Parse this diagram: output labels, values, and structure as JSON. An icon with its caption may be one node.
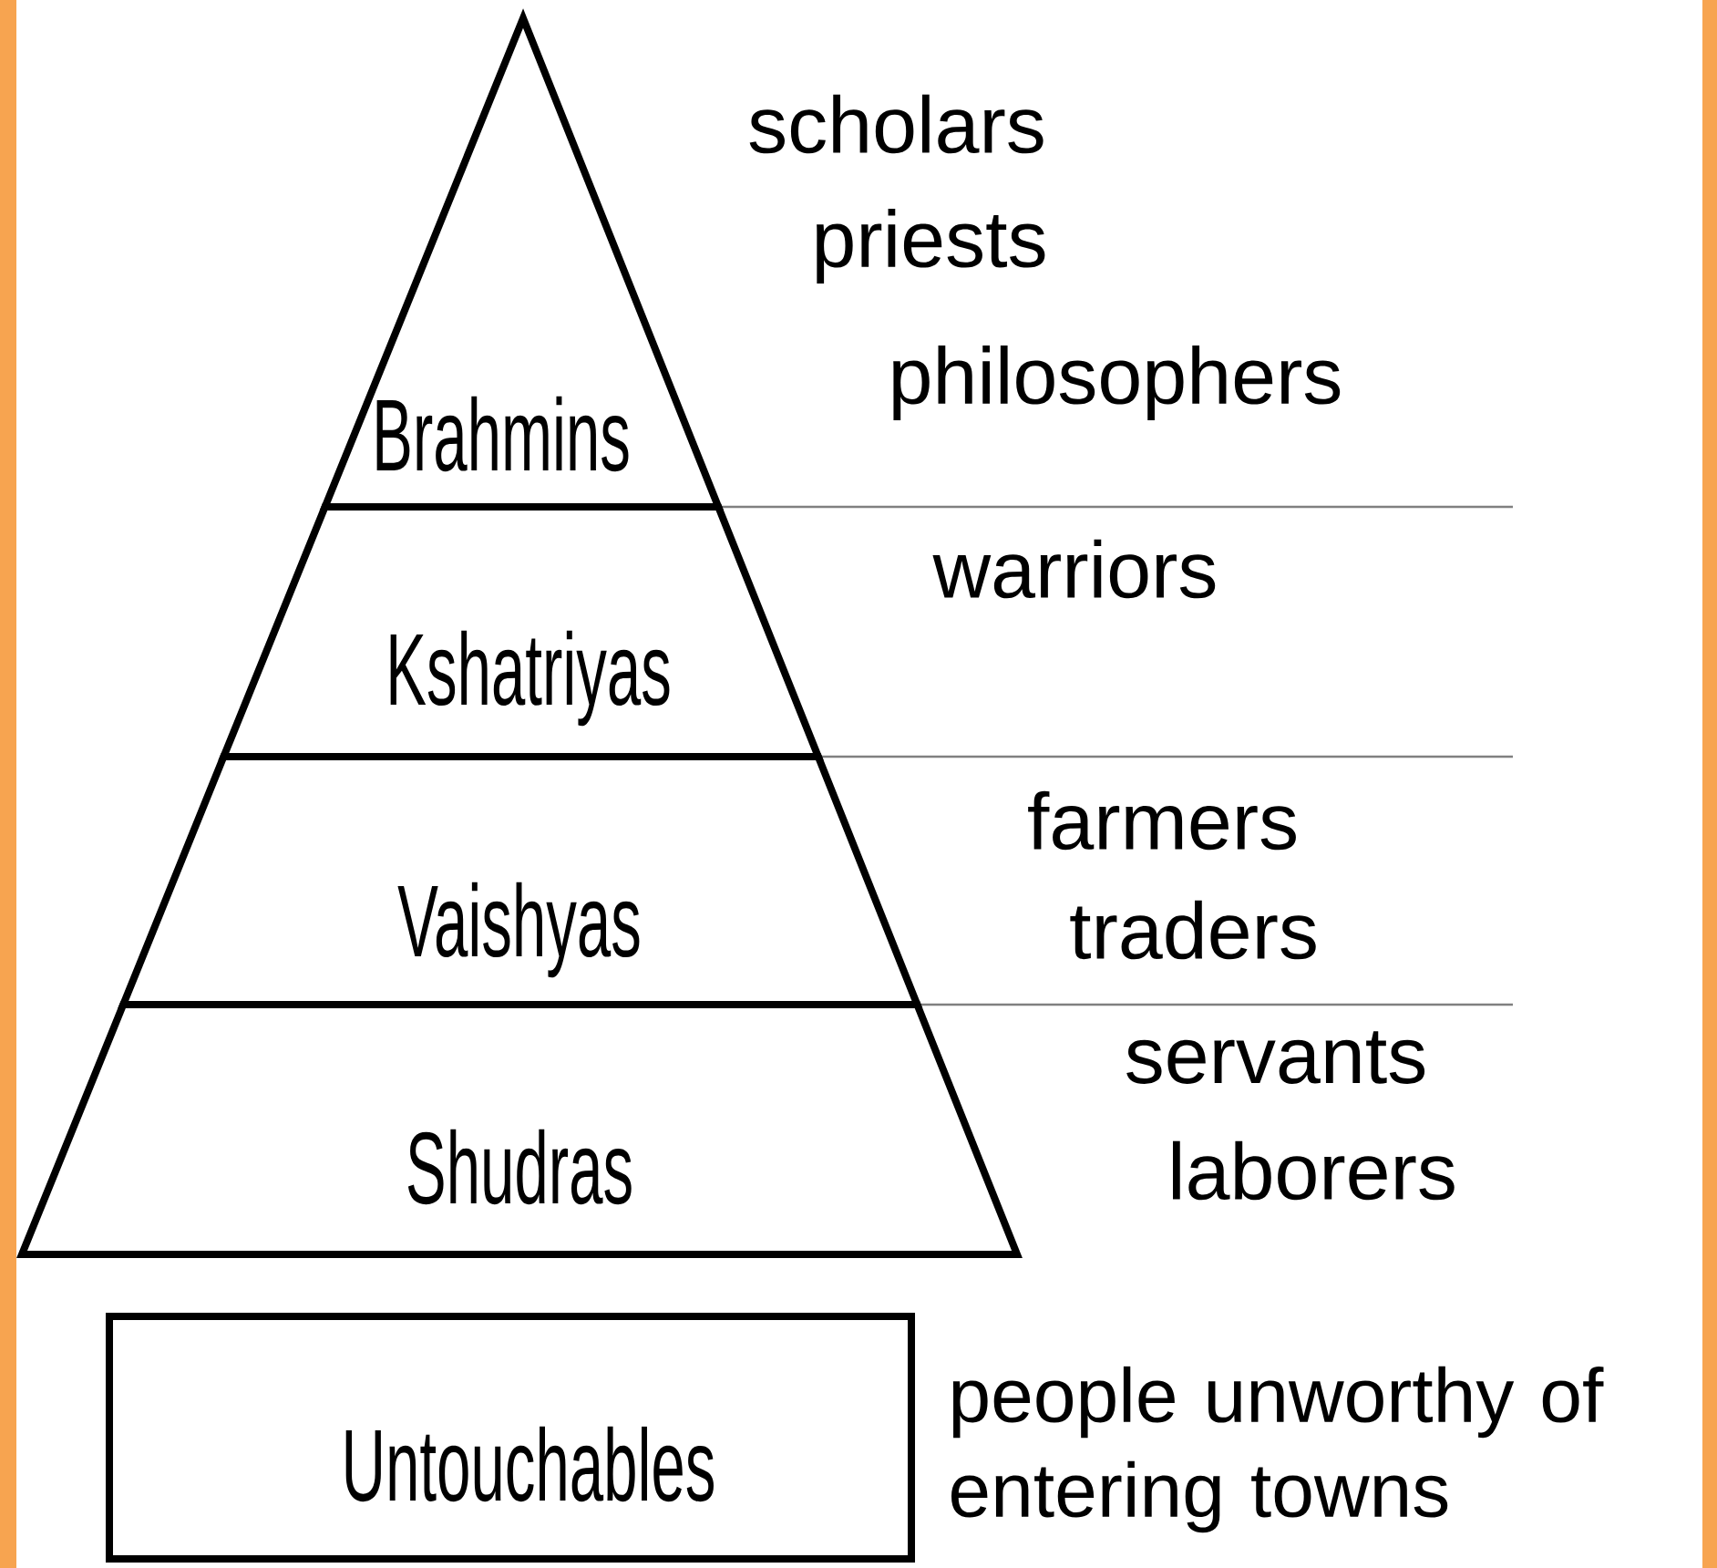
{
  "diagram": {
    "nodes": [
      {
        "text": [
          "Brahmins"
        ],
        "beside": [
          "scholars",
          "priests",
          "philosophers"
        ]
      },
      {
        "text": [
          "Kshatriyas"
        ],
        "beside": [
          "warriors"
        ]
      },
      {
        "text": [
          "Vaishyas"
        ],
        "beside": [
          "farmers",
          "traders"
        ]
      },
      {
        "text": [
          "Shudras"
        ],
        "beside": [
          "servants",
          "laborers"
        ]
      },
      {
        "text": [
          "Untouchables"
        ],
        "beside": [
          "people unworthy of entering towns"
        ]
      }
    ]
  }
}
